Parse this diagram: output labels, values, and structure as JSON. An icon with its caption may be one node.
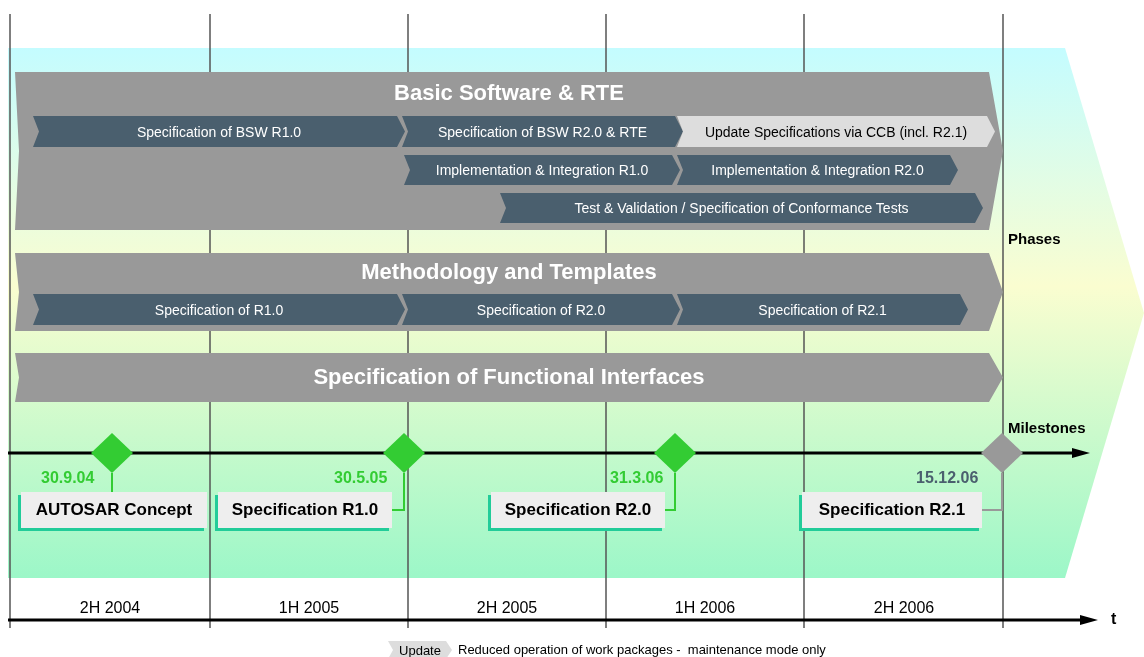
{
  "diagram": {
    "nodes": [
      {
        "text": [
          "Basic Software & RTE"
        ]
      },
      {
        "text": [
          "Specification of BSW R1.0"
        ],
        "in": 0
      },
      {
        "text": [
          "Specification of BSW R2.0 & RTE"
        ],
        "in": 0
      },
      {
        "text": [
          "Update Specifications via CCB (incl. R2.1)"
        ],
        "in": 0
      },
      {
        "text": [
          "Implementation & Integration R1.0"
        ],
        "in": 0
      },
      {
        "text": [
          "Implementation & Integration R2.0"
        ],
        "in": 0
      },
      {
        "text": [
          "Test & Validation / Specification of Conformance Tests"
        ],
        "in": 0
      },
      {
        "text": [
          "Methodology and Templates"
        ]
      },
      {
        "text": [
          "Specification of R1.0"
        ],
        "in": 7
      },
      {
        "text": [
          "Specification of R2.0"
        ],
        "in": 7
      },
      {
        "text": [
          "Specification of R2.1"
        ],
        "in": 7
      },
      {
        "text": [
          "Specification of Functional Interfaces"
        ]
      },
      {
        "text": [],
        "shape": "diamond"
      },
      {
        "text": [],
        "shape": "diamond"
      },
      {
        "text": [],
        "shape": "diamond"
      },
      {
        "text": [],
        "shape": "diamond"
      },
      {
        "text": [
          "AUTOSAR Concept"
        ]
      },
      {
        "text": [
          "Specification R1.0"
        ]
      },
      {
        "text": [
          "Specification R2.0"
        ]
      },
      {
        "text": [
          "Specification R2.1"
        ]
      }
    ],
    "edges": [
      {
        "from": 12,
        "to": 16,
        "arrow": "none"
      },
      {
        "from": 13,
        "to": 17,
        "arrow": "none"
      },
      {
        "from": 14,
        "to": 18,
        "arrow": "none"
      },
      {
        "from": 15,
        "to": 19,
        "arrow": "none",
        "color": "#999999"
      }
    ],
    "labels": [
      "Phases",
      "Milestones",
      "30.9.04",
      "30.5.05",
      "31.3.06",
      "15.12.06",
      "2H 2004",
      "1H 2005",
      "2H 2005",
      "1H 2006",
      "2H 2006",
      "t",
      "Update"
    ],
    "legend": [
      {
        "text": "Reduced operation of work packages -  maintenance mode only"
      }
    ]
  }
}
